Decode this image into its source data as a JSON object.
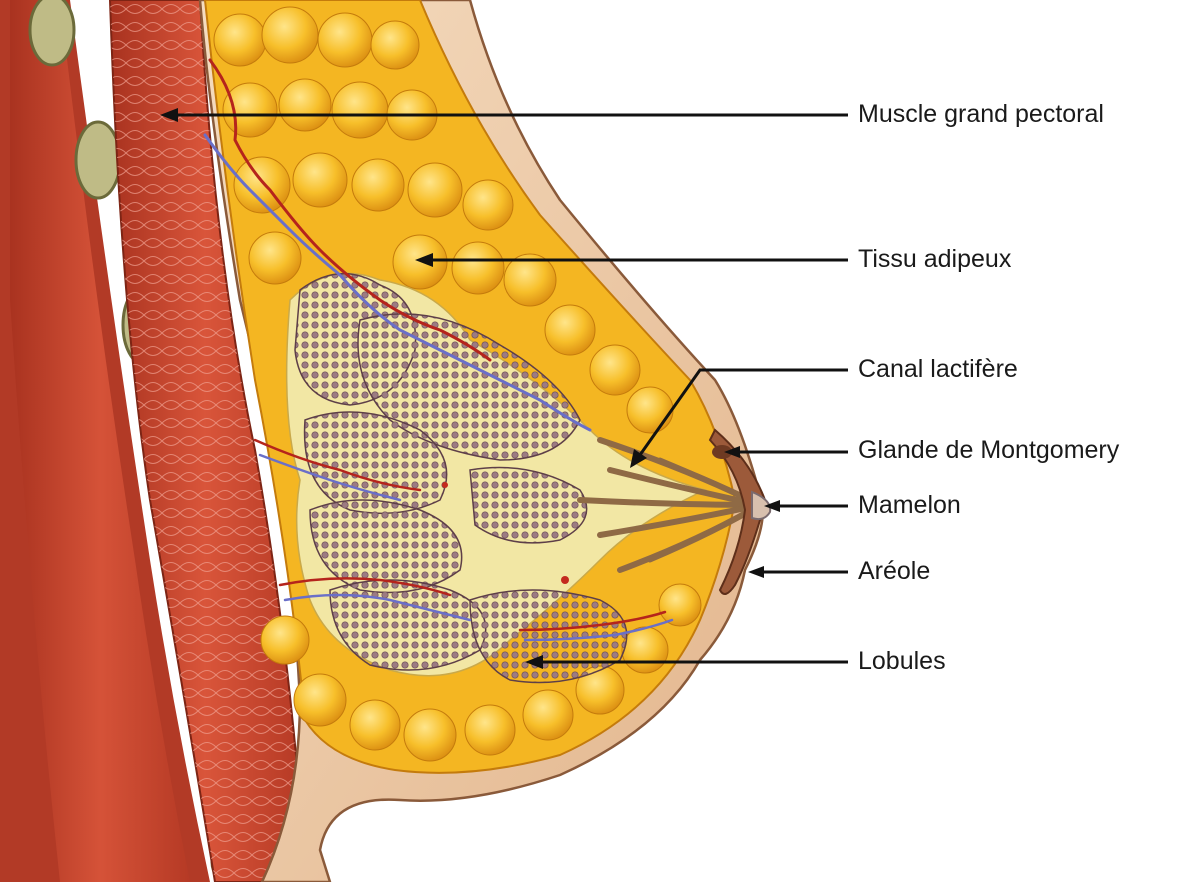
{
  "diagram": {
    "labels": {
      "muscle": "Muscle grand pectoral",
      "adipose": "Tissu adipeux",
      "duct": "Canal lactifère",
      "montgomery": "Glande de Montgomery",
      "nipple": "Mamelon",
      "areola": "Aréole",
      "lobules": "Lobules"
    },
    "colors": {
      "muscle": "#c8432e",
      "fat": "#f2b21c",
      "gland": "#8a6a72",
      "skin": "#efcfa8",
      "artery": "#b5241c",
      "vein": "#6a6fc8"
    }
  }
}
